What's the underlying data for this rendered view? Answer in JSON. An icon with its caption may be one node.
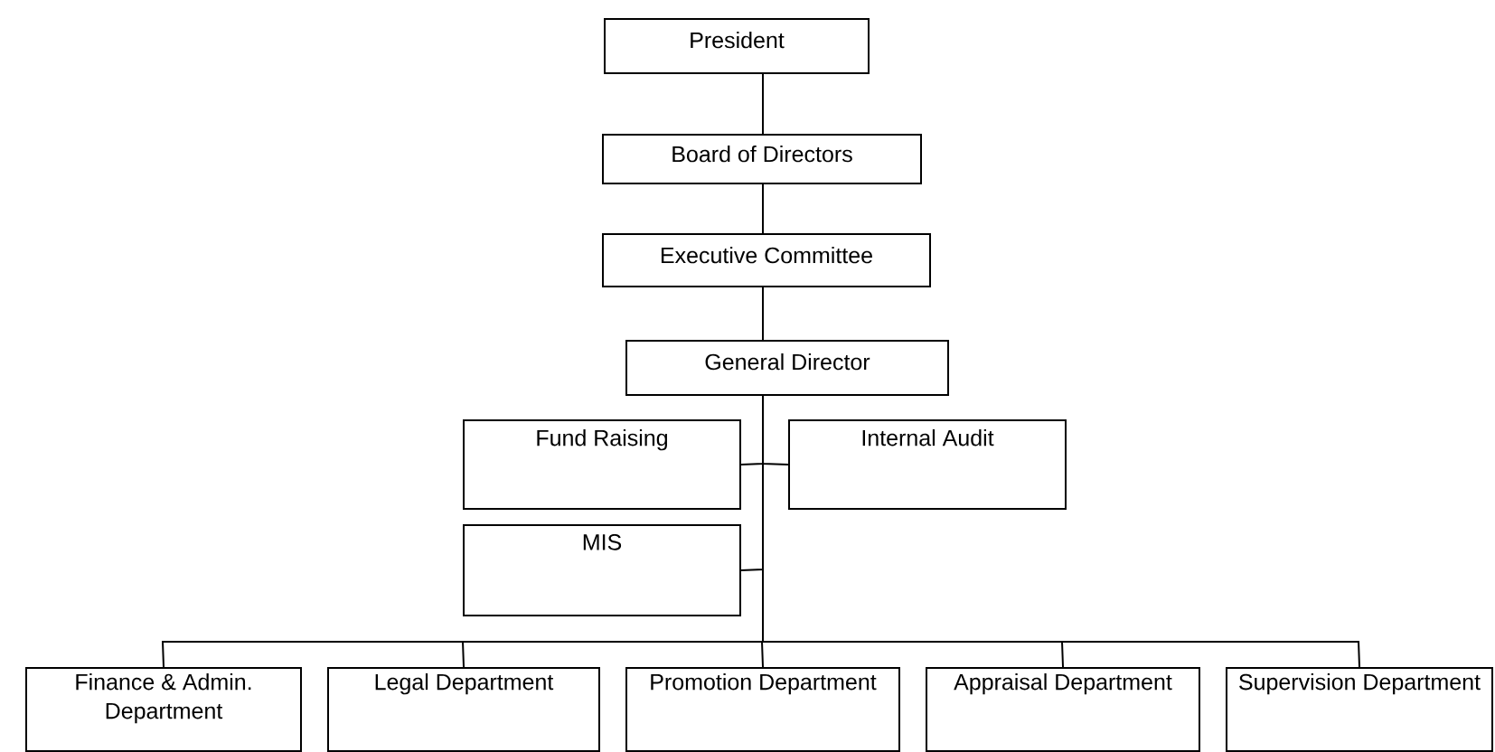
{
  "diagram": {
    "nodes": [
      {
        "text": [
          "President"
        ]
      },
      {
        "text": [
          "Board of Directors"
        ]
      },
      {
        "text": [
          "Executive Committee"
        ]
      },
      {
        "text": [
          "General Director"
        ]
      },
      {
        "text": [
          "Fund Raising"
        ]
      },
      {
        "text": [
          "Internal Audit"
        ]
      },
      {
        "text": [
          "MIS"
        ]
      },
      {
        "text": [
          "Finance & Admin. Department"
        ]
      },
      {
        "text": [
          "Legal Department"
        ]
      },
      {
        "text": [
          "Promotion Department"
        ]
      },
      {
        "text": [
          "Appraisal Department"
        ]
      },
      {
        "text": [
          "Supervision Department"
        ]
      }
    ],
    "edges": [
      {
        "from": 0,
        "to": 1,
        "arrow": "none"
      },
      {
        "from": 1,
        "to": 2,
        "arrow": "none"
      },
      {
        "from": 2,
        "to": 3,
        "arrow": "none"
      },
      {
        "from": 3,
        "to": 4,
        "arrow": "none"
      },
      {
        "from": 3,
        "to": 5,
        "arrow": "none"
      },
      {
        "from": 3,
        "to": 6,
        "arrow": "none"
      },
      {
        "from": 3,
        "to": 7,
        "arrow": "none"
      },
      {
        "from": 3,
        "to": 8,
        "arrow": "none"
      },
      {
        "from": 3,
        "to": 9,
        "arrow": "none"
      },
      {
        "from": 3,
        "to": 10,
        "arrow": "none"
      },
      {
        "from": 3,
        "to": 11,
        "arrow": "none"
      }
    ]
  }
}
